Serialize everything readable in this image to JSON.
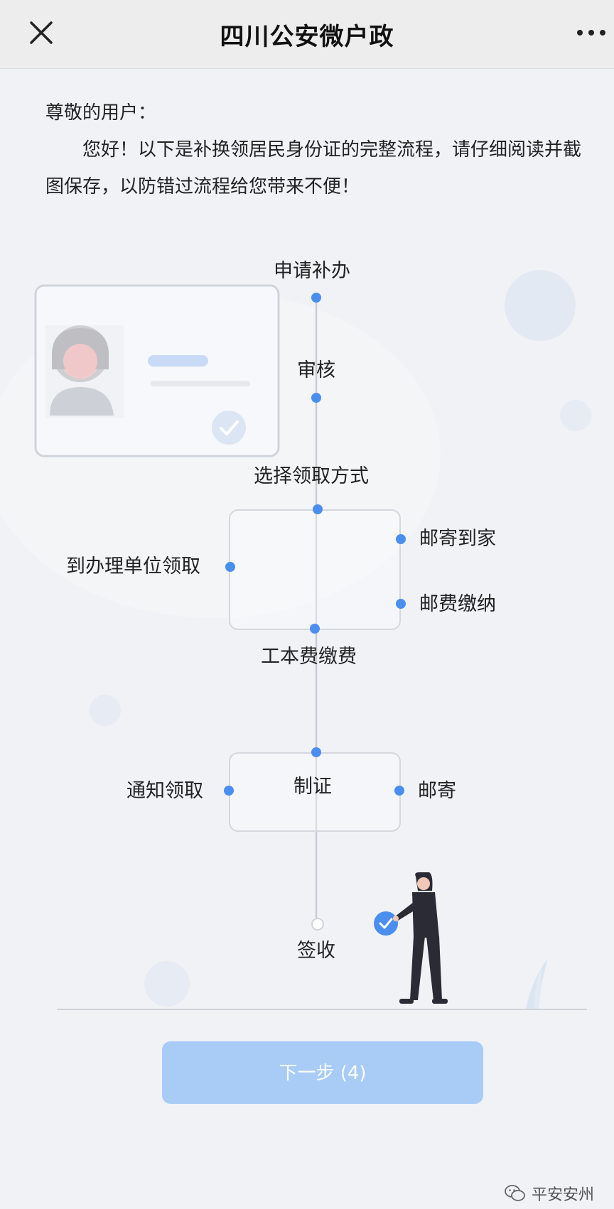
{
  "nav": {
    "title": "四川公安微户政"
  },
  "greeting": {
    "salutation": "尊敬的用户：",
    "line1": "您好！以下是补换领居民身份证的完整流程，请仔细阅读并截",
    "line2": "图保存，以防错过流程给您带来不便！"
  },
  "flow": {
    "step_apply": "申请补办",
    "step_review": "审核",
    "step_choose": "选择领取方式",
    "opt_pickup_unit": "到办理单位领取",
    "opt_mail_home": "邮寄到家",
    "opt_mail_fee": "邮费缴纳",
    "step_fee": "工本费缴费",
    "step_make": "制证",
    "opt_notify": "通知领取",
    "opt_mail": "邮寄",
    "step_sign": "签收"
  },
  "footer": {
    "next_label": "下一步 (4)"
  },
  "watermark": {
    "text": "平安安州"
  },
  "colors": {
    "accent": "#4a8ef0",
    "button": "#a9ccf7"
  }
}
